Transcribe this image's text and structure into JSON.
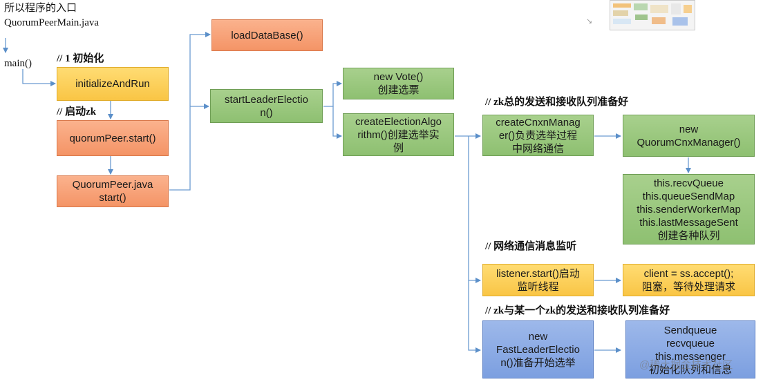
{
  "notes": {
    "entry_line1": "所以程序的入口",
    "entry_line2": "QuorumPeerMain.java",
    "main": "main()",
    "step1_init": "// 1 初始化",
    "step_start_zk": "// 启动zk",
    "zk_queues_ready": "// zk总的发送和接收队列准备好",
    "network_listen": "// 网络通信消息监听",
    "zk_peer_queues_ready": "// zk与某一个zk的发送和接收队列准备好"
  },
  "boxes": {
    "initialize_and_run": [
      "initializeAndRun"
    ],
    "quorum_peer_start": [
      "quorumPeer.start()"
    ],
    "quorum_peer_java_start": [
      "QuorumPeer.java",
      "start()"
    ],
    "load_database": [
      "loadDataBase()"
    ],
    "start_leader_election": [
      "startLeaderElectio",
      "n()"
    ],
    "new_vote": [
      "new Vote()",
      "创建选票"
    ],
    "create_election_algorithm": [
      "createElectionAlgo",
      "rithm()创建选举实",
      "例"
    ],
    "create_cnxn_manager": [
      "createCnxnManag",
      "er()负责选举过程",
      "中网络通信"
    ],
    "new_quorum_cnxn_manager": [
      "new",
      "QuorumCnxManager()"
    ],
    "queues_created": [
      "this.recvQueue",
      "this.queueSendMap",
      "this.senderWorkerMap",
      "this.lastMessageSent",
      "创建各种队列"
    ],
    "listener_start": [
      "listener.start()启动",
      "监听线程"
    ],
    "client_accept": [
      "client = ss.accept();",
      "阻塞，等待处理请求"
    ],
    "new_fast_leader_election": [
      "new",
      "FastLeaderElectio",
      "n()准备开始选举"
    ],
    "send_recv_queue": [
      "Sendqueue",
      "recvqueue",
      "this.messenger",
      "初始化队列和信息"
    ]
  },
  "watermark": "@稀土掘金技术社区",
  "colors": {
    "yellow": "#f9c545",
    "orange": "#f49466",
    "green": "#8ec071",
    "blue": "#7c9fe0",
    "connector": "#5b8fc9"
  }
}
